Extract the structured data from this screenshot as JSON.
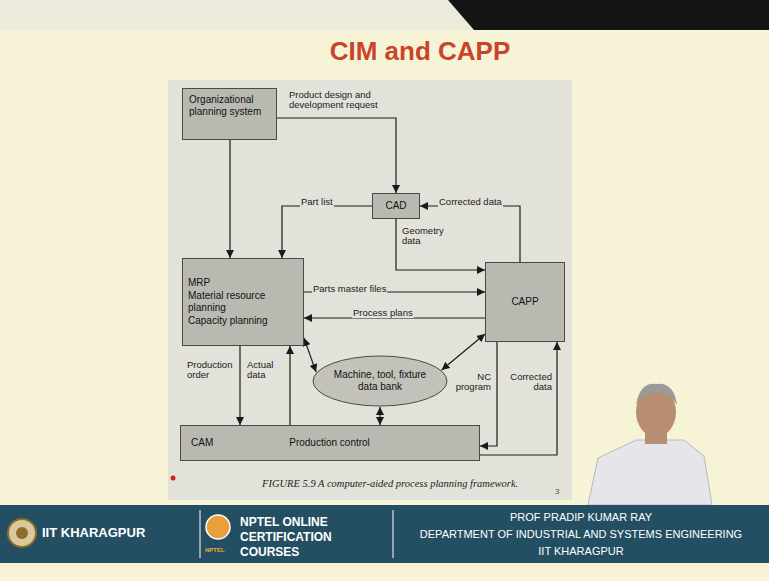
{
  "diagram": {
    "title": "CIM and CAPP",
    "caption": "FIGURE 5.9 A computer-aided process planning framework.",
    "nodes": [
      {
        "text": [
          "Organizational planning system"
        ]
      },
      {
        "text": [
          "CAD"
        ]
      },
      {
        "text": [
          "MRP",
          "Material resource planning",
          "Capacity planning"
        ]
      },
      {
        "text": [
          "CAPP"
        ]
      },
      {
        "text": [
          "Machine, tool, fixture data bank"
        ]
      },
      {
        "text": [
          "CAM",
          "Production control"
        ]
      }
    ],
    "edges": [
      {
        "from": 0,
        "to": 1,
        "label": "Product design and development request",
        "arrow": "to"
      },
      {
        "from": 0,
        "to": 2,
        "arrow": "to"
      },
      {
        "from": 1,
        "to": 2,
        "label": "Part list",
        "arrow": "to"
      },
      {
        "from": 3,
        "to": 1,
        "label": "Corrected data",
        "arrow": "to"
      },
      {
        "from": 1,
        "to": 3,
        "label": "Geometry data",
        "arrow": "to"
      },
      {
        "from": 2,
        "to": 3,
        "label": "Parts master files",
        "arrow": "to"
      },
      {
        "from": 3,
        "to": 2,
        "label": "Process plans",
        "arrow": "to"
      },
      {
        "from": 2,
        "to": 4,
        "arrow": "both"
      },
      {
        "from": 3,
        "to": 4,
        "arrow": "both"
      },
      {
        "from": 4,
        "to": 5,
        "arrow": "both"
      },
      {
        "from": 2,
        "to": 5,
        "label": "Production order",
        "arrow": "to"
      },
      {
        "from": 5,
        "to": 2,
        "label": "Actual data",
        "arrow": "to"
      },
      {
        "from": 3,
        "to": 5,
        "label": "NC program",
        "arrow": "to"
      },
      {
        "from": 5,
        "to": 3,
        "label": "Corrected data",
        "arrow": "to"
      }
    ],
    "labels": [
      "3",
      "IIT KHARAGPUR",
      "NPTEL",
      "NPTEL ONLINE CERTIFICATION COURSES",
      "PROF PRADIP KUMAR RAY",
      "DEPARTMENT OF INDUSTRIAL AND SYSTEMS ENGINEERING",
      "IIT KHARAGPUR"
    ]
  }
}
